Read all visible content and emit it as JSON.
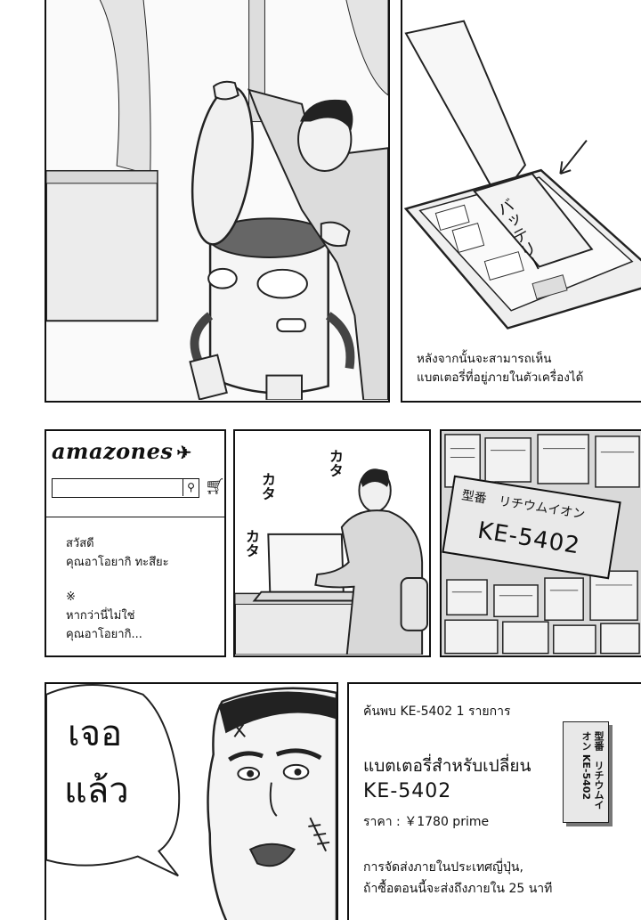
{
  "panel_top_right": {
    "caption_line1": "หลังจากนั้นจะสามารถเห็น",
    "caption_line2": "แบตเตอรี่ที่อยู่ภายในตัวเครื่องได้",
    "laptop_label": "バッテリー"
  },
  "store": {
    "logo": "amazones",
    "greeting_line1": "สวัสดี",
    "greeting_line2": "คุณอาโอยากิ ทะสึยะ",
    "note_symbol": "※",
    "note_line1": "หากว่านี่ไม่ใช่",
    "note_line2": "คุณอาโอยากิ..."
  },
  "sfx": {
    "typing": "カタ"
  },
  "battery_tag": {
    "type_line": "型番　リチウムイオン",
    "model": "KE-5402"
  },
  "speech": {
    "line1": "เจอ",
    "line2": "แล้ว"
  },
  "result": {
    "count": "ค้นพบ KE-5402 1 รายการ",
    "product_name": "แบตเตอรี่สำหรับเปลี่ยน",
    "product_model": "KE-5402",
    "price": "ราคา : ￥1780 prime",
    "delivery_line1": "การจัดส่งภายในประเทศญี่ปุ่น,",
    "delivery_line2": "ถ้าซื้อตอนนี้จะส่งถึงภายใน 25 นาที",
    "product_image_label_line1": "型番　リチウムイオン",
    "product_image_label_line2": "KE-5402"
  }
}
